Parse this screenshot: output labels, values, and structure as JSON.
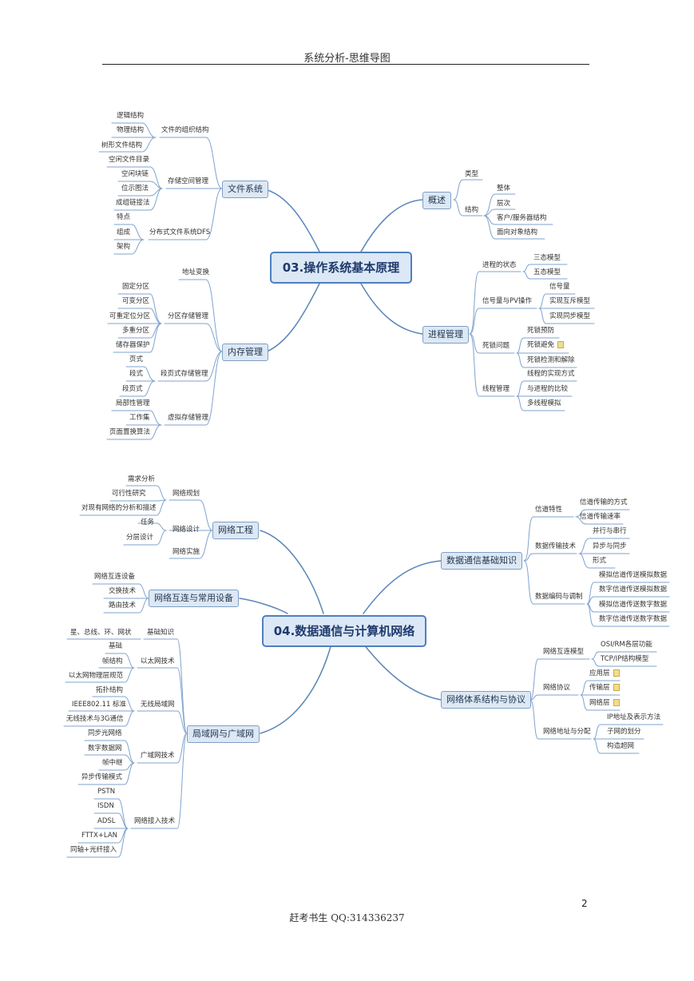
{
  "header": {
    "title": "系统分析-思维导图"
  },
  "footer": {
    "page_number": "2",
    "text": "赶考书生  QQ:314336237"
  },
  "map1": {
    "central": "03.操作系统基本原理",
    "file_system": {
      "label": "文件系统",
      "org": {
        "label": "文件的组织结构",
        "items": [
          "逻辑结构",
          "物理结构",
          "树形文件结构"
        ]
      },
      "space": {
        "label": "存储空间管理",
        "items": [
          "空闲文件目录",
          "空闲块链",
          "位示图法",
          "成组链接法"
        ]
      },
      "dfs": {
        "label": "分布式文件系统DFS",
        "items": [
          "特点",
          "组成",
          "架构"
        ]
      }
    },
    "memory": {
      "label": "内存管理",
      "addr": "地址变换",
      "part": {
        "label": "分区存储管理",
        "items": [
          "固定分区",
          "可变分区",
          "可重定位分区",
          "多重分区",
          "储存器保护"
        ]
      },
      "seg": {
        "label": "段页式存储管理",
        "items": [
          "页式",
          "段式",
          "段页式"
        ]
      },
      "virt": {
        "label": "虚拟存储管理",
        "items": [
          "局部性管理",
          "工作集",
          "页面置换算法"
        ]
      }
    },
    "overview": {
      "label": "概述",
      "type": "类型",
      "struct": {
        "label": "结构",
        "items": [
          "整体",
          "层次",
          "客户/服务器结构",
          "面向对象结构"
        ]
      }
    },
    "process": {
      "label": "进程管理",
      "state": {
        "label": "进程的状态",
        "items": [
          "三态模型",
          "五态模型"
        ]
      },
      "pv": {
        "label": "信号量与PV操作",
        "items": [
          "信号量",
          "实现互斥模型",
          "实现同步模型"
        ]
      },
      "deadlock": {
        "label": "死锁问题",
        "items": [
          "死锁预防",
          "死锁避免",
          "死锁检测和解除"
        ]
      },
      "thread": {
        "label": "线程管理",
        "items": [
          "线程的实现方式",
          "与进程的比较",
          "多线程模拟"
        ]
      }
    }
  },
  "map2": {
    "central": "04.数据通信与计算机网络",
    "neteng": {
      "label": "网络工程",
      "plan": {
        "label": "网络规划",
        "items": [
          "需求分析",
          "可行性研究",
          "对现有网络的分析和描述"
        ]
      },
      "design": {
        "label": "网络设计",
        "items": [
          "任务",
          "分层设计"
        ]
      },
      "impl": "网络实施"
    },
    "interconnect": {
      "label": "网络互连与常用设备",
      "items": [
        "网络互连设备",
        "交换技术",
        "路由技术"
      ]
    },
    "lan": {
      "label": "局域网与广域网",
      "basic": {
        "label": "基础知识",
        "items": [
          "星、总线、环、网状"
        ]
      },
      "ethernet": {
        "label": "以太网技术",
        "items": [
          "基础",
          "帧结构",
          "以太网物理层规范"
        ]
      },
      "wlan": {
        "label": "无线局域网",
        "items": [
          "拓扑结构",
          "IEEE802.11 标准",
          "无线技术与3G通信"
        ]
      },
      "wan": {
        "label": "广域网技术",
        "items": [
          "同步光网络",
          "数字数据网",
          "帧中继",
          "异步传输模式"
        ]
      },
      "access": {
        "label": "网络接入技术",
        "items": [
          "PSTN",
          "ISDN",
          "ADSL",
          "FTTX+LAN",
          "同轴+光纤接入"
        ]
      }
    },
    "datacomm": {
      "label": "数据通信基础知识",
      "channel": {
        "label": "信道特性",
        "items": [
          "信道传输的方式",
          "信道传输速率"
        ]
      },
      "trans": {
        "label": "数据传输技术",
        "items": [
          "并行与串行",
          "异步与同步",
          "形式"
        ]
      },
      "coding": {
        "label": "数据编码与调制",
        "items": [
          "模拟信道传送模拟数据",
          "数字信道传送模拟数据",
          "模拟信道传送数字数据",
          "数字信道传送数字数据"
        ]
      }
    },
    "arch": {
      "label": "网络体系结构与协议",
      "model": {
        "label": "网络互连模型",
        "items": [
          "OSI/RM各层功能",
          "TCP/IP结构模型"
        ]
      },
      "proto": {
        "label": "网络协议",
        "items": [
          "应用层",
          "传输层",
          "网络层"
        ]
      },
      "addr": {
        "label": "网络地址与分配",
        "items": [
          "IP地址及表示方法",
          "子网的划分",
          "构造超网"
        ]
      }
    }
  }
}
